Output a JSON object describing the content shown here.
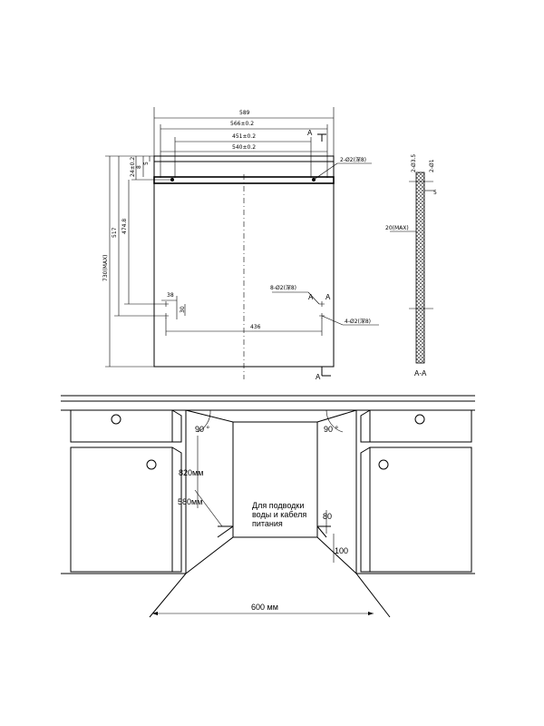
{
  "top_drawing": {
    "dims": {
      "w589": "589",
      "w566": "566±0.2",
      "w451": "451±0.2",
      "w540": "540±0.2",
      "h730": "730(MAX)",
      "h517": "517",
      "h474": "474.8",
      "h24": "24±0.2",
      "h8": "8",
      "h5": "5",
      "d38": "38",
      "d30": "30",
      "d436": "436",
      "hole2": "2-Ø2(深8)",
      "hole8": "8-Ø2(深8)",
      "hole4": "4-Ø2(深8)",
      "sec_a": "A",
      "sec_aa": "A-A",
      "side_d1": "2-Ø3.5",
      "side_d2": "2-Ø1",
      "side_5": "5",
      "side_20": "20(MAX)"
    }
  },
  "bottom_drawing": {
    "angle_left": "90 °",
    "angle_right": "90 °",
    "h820": "820мм",
    "d580": "580мм",
    "note_line1": "Для подводки",
    "note_line2": "воды и кабеля",
    "note_line3": "питания",
    "d80": "80",
    "d100": "100",
    "w600": "600 мм"
  }
}
